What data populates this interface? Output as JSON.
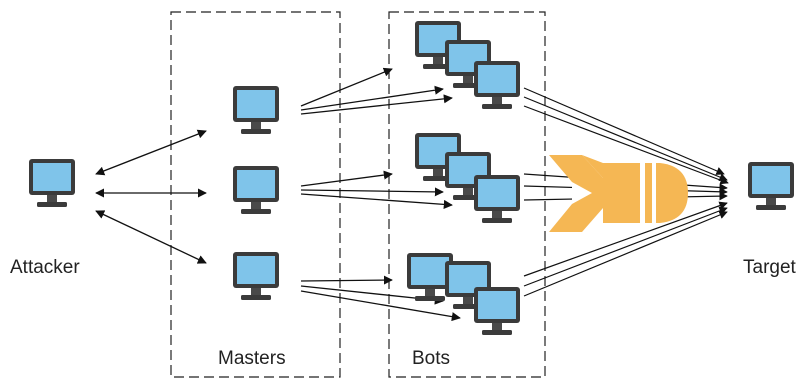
{
  "labels": {
    "attacker": "Attacker",
    "masters": "Masters",
    "bots": "Bots",
    "target": "Target"
  },
  "nodes": {
    "attacker": {
      "icon": "computer-monitor-icon"
    },
    "masters": [
      {
        "icon": "computer-monitor-icon"
      },
      {
        "icon": "computer-monitor-icon"
      },
      {
        "icon": "computer-monitor-icon"
      }
    ],
    "bot_groups": [
      {
        "count": 3,
        "icon": "computer-monitor-icon"
      },
      {
        "count": 3,
        "icon": "computer-monitor-icon"
      },
      {
        "count": 3,
        "icon": "computer-monitor-icon"
      }
    ],
    "target": {
      "icon": "computer-monitor-icon"
    }
  },
  "attack_icon": "bomb-missile-icon",
  "colors": {
    "screen": "#7fc4ea",
    "bezel": "#3b3b3b",
    "bomb": "#f5b754",
    "line": "#111111"
  }
}
